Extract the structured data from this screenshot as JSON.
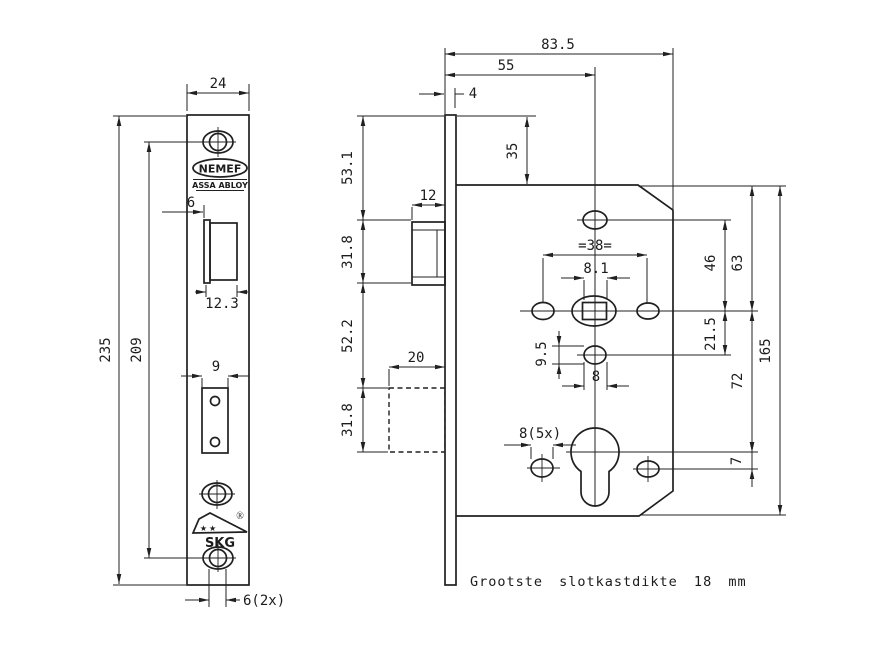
{
  "brand": {
    "nemef": "NEMEF",
    "assa": "ASSA ABLOY",
    "skg": "SKG",
    "reg": "®",
    "stars": "★ ★"
  },
  "note": "Grootste slotkastdikte 18 mm",
  "front": {
    "width": "24",
    "height": "235",
    "screw_pitch": "209",
    "latch_offset": "6",
    "latch_width": "12.3",
    "bolt_cutout": "9",
    "screw_holes": "6(2x)"
  },
  "side": {
    "depth": "83.5",
    "backset": "55",
    "plate_thk": "4",
    "plate_to_case": "35",
    "plate_to_latch": "53.1",
    "latch_h": "31.8",
    "latch_d": "12",
    "latch_to_bolt": "52.2",
    "bolt_d": "20",
    "bolt_h": "31.8",
    "hole_pitch": "=38=",
    "spindle_sq": "8.1",
    "oblong_h": "9.5",
    "oblong_w": "8",
    "fix_holes": "8(5x)",
    "top_hole_to_spindle": "46",
    "spindle_to_oblong": "21.5",
    "case_to_spindle": "63",
    "spindle_to_cyl": "72",
    "cyl_to_hole": "7",
    "case_h": "165"
  },
  "colors": {
    "line": "#202020",
    "bg": "#ffffff"
  }
}
